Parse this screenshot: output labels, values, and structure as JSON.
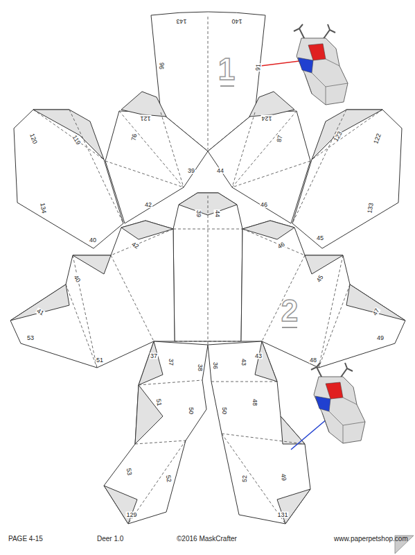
{
  "diagram": {
    "labels": [
      "143",
      "140",
      "96",
      "1",
      "91",
      "121",
      "124",
      "76",
      "87",
      "120",
      "119",
      "123",
      "122",
      "39",
      "44",
      "42",
      "46",
      "134",
      "133",
      "40",
      "45",
      "39",
      "44",
      "42",
      "46",
      "40",
      "45",
      "2",
      "41",
      "47",
      "53",
      "49",
      "51",
      "48",
      "37",
      "43",
      "37",
      "38",
      "36",
      "43",
      "51",
      "50",
      "50",
      "48",
      "53",
      "52",
      "52",
      "49",
      "129",
      "131",
      "PAGE 4-15",
      "Deer 1.0",
      "©2016 MaskCrafter",
      "www.paperpetshop.com"
    ]
  }
}
